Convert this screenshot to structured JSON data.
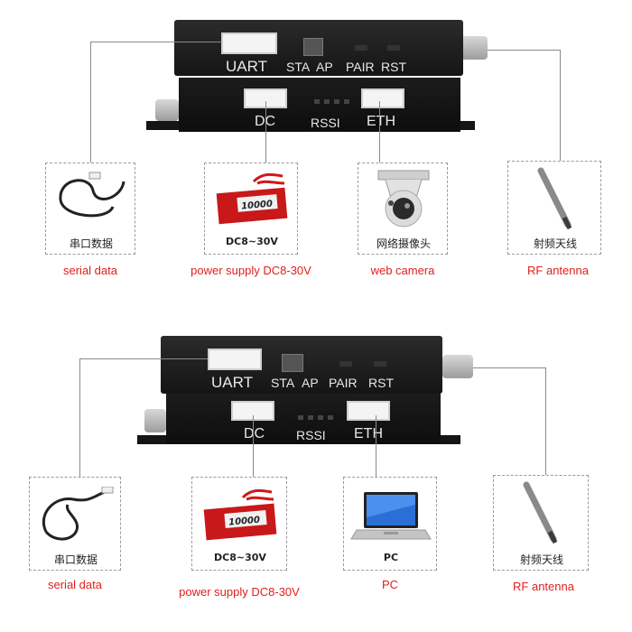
{
  "diagrams": [
    {
      "device": {
        "top_labels": {
          "uart": "UART",
          "sta": "STA",
          "ap": "AP",
          "pair": "PAIR",
          "rst": "RST"
        },
        "bottom_labels": {
          "dc": "DC",
          "rssi": "RSSI",
          "eth": "ETH"
        }
      },
      "peripherals": [
        {
          "caption": "串口数据",
          "label": "serial data",
          "icon": "cable-icon"
        },
        {
          "caption": "DC8~30V",
          "label": "power supply DC8-30V",
          "icon": "battery-icon",
          "battery_text": "10000"
        },
        {
          "caption": "网络摄像头",
          "label": "web camera",
          "icon": "camera-icon"
        },
        {
          "caption": "射频天线",
          "label": "RF antenna",
          "icon": "antenna-icon"
        }
      ]
    },
    {
      "device": {
        "top_labels": {
          "uart": "UART",
          "sta": "STA",
          "ap": "AP",
          "pair": "PAIR",
          "rst": "RST"
        },
        "bottom_labels": {
          "dc": "DC",
          "rssi": "RSSI",
          "eth": "ETH"
        }
      },
      "peripherals": [
        {
          "caption": "串口数据",
          "label": "serial data",
          "icon": "cable-icon"
        },
        {
          "caption": "DC8~30V",
          "label": "power supply DC8-30V",
          "icon": "battery-icon",
          "battery_text": "10000"
        },
        {
          "caption": "PC",
          "label": "PC",
          "icon": "laptop-icon"
        },
        {
          "caption": "射频天线",
          "label": "RF antenna",
          "icon": "antenna-icon"
        }
      ]
    }
  ],
  "colors": {
    "label_red": "#e0201c",
    "device_dark": "#1a1a1a",
    "line_gray": "#8a8a8a"
  }
}
